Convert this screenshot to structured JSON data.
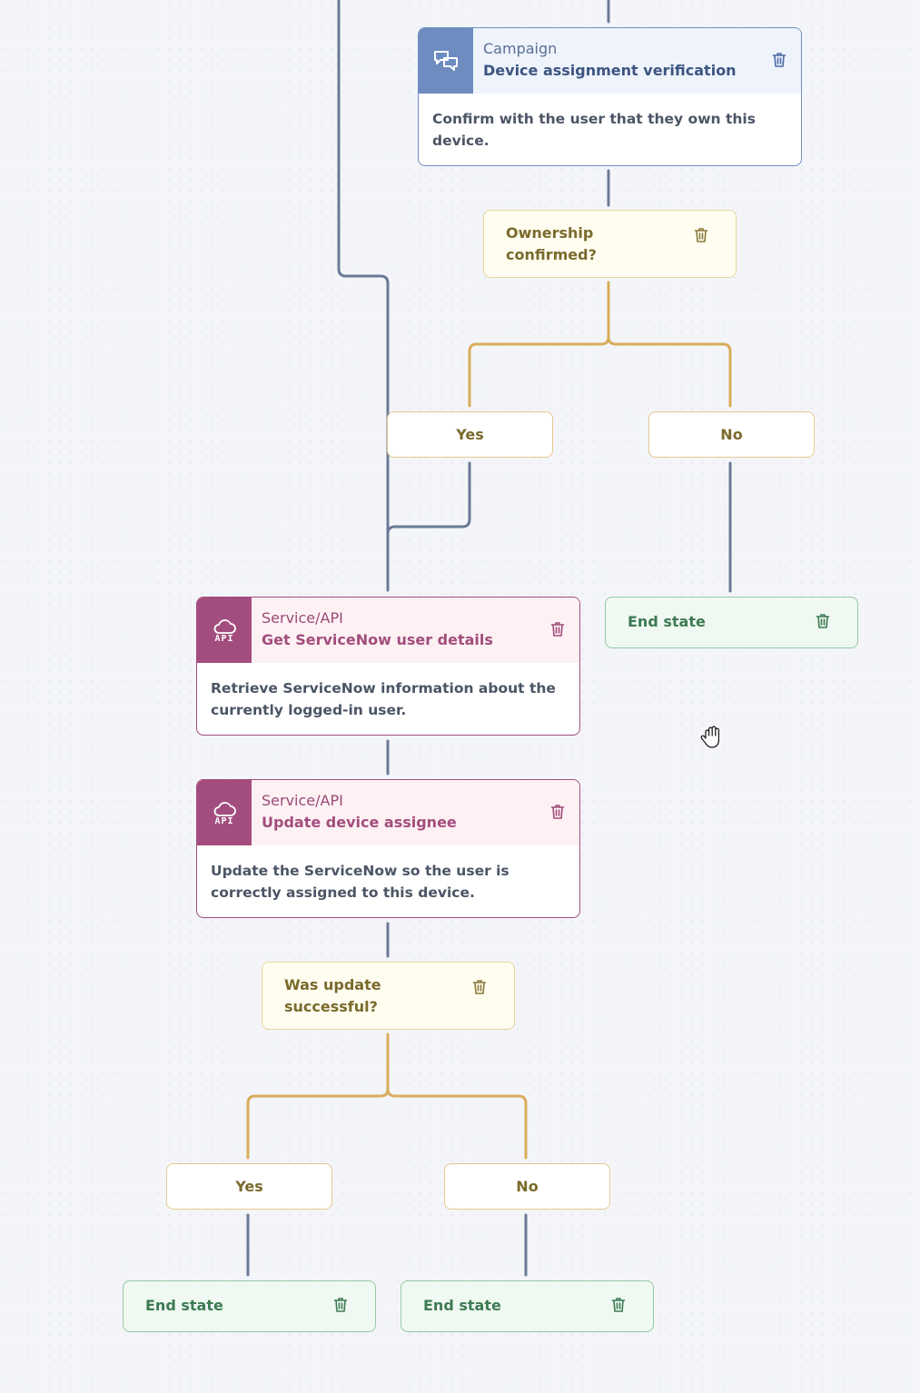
{
  "campaign_step": {
    "type": "Campaign",
    "title": "Device assignment verification",
    "description": "Confirm with the user that they own this device.",
    "icon": "chat-bubbles-icon"
  },
  "decision_ownership": {
    "question": "Ownership confirmed?"
  },
  "branch_ownership_yes": {
    "label": "Yes"
  },
  "branch_ownership_no": {
    "label": "No"
  },
  "api_get_user": {
    "type": "Service/API",
    "title": "Get ServiceNow user details",
    "description": "Retrieve ServiceNow information about the currently logged-in user.",
    "icon": "cloud-api-icon",
    "icon_text": "API"
  },
  "end_state_ownership_no": {
    "label": "End state"
  },
  "api_update_assignee": {
    "type": "Service/API",
    "title": "Update device assignee",
    "description": "Update the ServiceNow so the user is correctly assigned to this device.",
    "icon": "cloud-api-icon",
    "icon_text": "API"
  },
  "decision_update": {
    "question": "Was update successful?"
  },
  "branch_update_yes": {
    "label": "Yes"
  },
  "branch_update_no": {
    "label": "No"
  },
  "end_state_update_yes": {
    "label": "End state"
  },
  "end_state_update_no": {
    "label": "End state"
  },
  "colors": {
    "flow_line": "#6a7a97",
    "branch_line": "#d9ad5c",
    "campaign_accent": "#6e8cc0",
    "api_accent": "#a24d7d",
    "decision_text": "#7a6a2c",
    "end_state_text": "#3d7a52"
  }
}
